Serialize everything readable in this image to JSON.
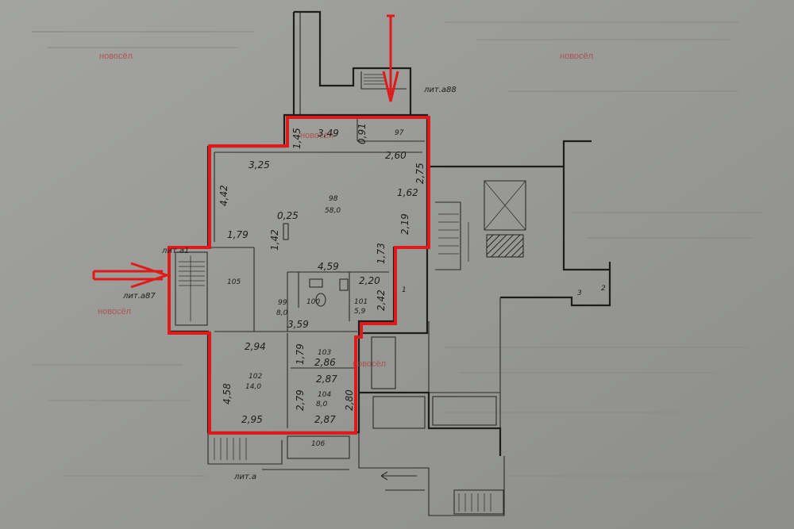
{
  "watermark": {
    "brand": "новосёл"
  },
  "labels": {
    "lit_88": "лит.а88",
    "lit_1": "лит.а1",
    "lit_87": "лит.а87",
    "lit_a": "лит.а"
  },
  "rooms": {
    "r97": "97",
    "r98": "98",
    "r98_area": "58,0",
    "r99": "99",
    "r99_area": "8,0",
    "r100": "100",
    "r101": "101",
    "r101_area": "5,9",
    "r102": "102",
    "r102_area": "14,0",
    "r103": "103",
    "r104": "104",
    "r104_area": "8,0",
    "r105": "105",
    "r106": "106"
  },
  "dims": {
    "d349": "3,49",
    "d091": "0,91",
    "d145": "1,45",
    "d260": "2,60",
    "d325": "3,25",
    "d275": "2,75",
    "d442": "4,42",
    "d162": "1,62",
    "d025": "0,25",
    "d179a": "1,79",
    "d142": "1,42",
    "d219": "2,19",
    "d173": "1,73",
    "d459": "4,59",
    "d220": "2,20",
    "d242": "2,42",
    "d359": "3,59",
    "d294": "2,94",
    "d286": "2,86",
    "d179b": "1,79",
    "d287a": "2,87",
    "d458": "4,58",
    "d279": "2,79",
    "d280": "2,80",
    "d295": "2,95",
    "d287b": "2,87",
    "n1": "1",
    "n2": "2",
    "n3": "3"
  },
  "colors": {
    "boundary": "#e01a1a",
    "paper": "#9a9b97",
    "ink": "#1d1d1d"
  }
}
